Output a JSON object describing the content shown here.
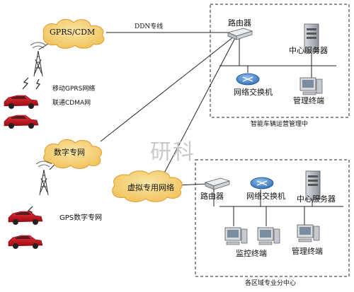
{
  "top_center": {
    "title": "智能车辆运营管理中",
    "router": "路由器",
    "server": "中心服务器",
    "switch": "网络交换机",
    "terminal": "管理终端"
  },
  "bottom_center": {
    "title": "各区域专业分中心",
    "router": "路由器",
    "switch": "网络交换机",
    "server": "中心服务器",
    "monitor": "监控终端",
    "terminal": "管理终端"
  },
  "clouds": {
    "gprs": "GPRS/CDM",
    "digital": "数字专网",
    "vpn": "虚拟专用网络"
  },
  "links": {
    "ddn": "DDN专线"
  },
  "networks": {
    "gprs_network": "移动GPRS网络",
    "cdma_network": "联通CDMA网",
    "gps_network": "GPS数字专网"
  },
  "watermark": "研科",
  "colors": {
    "cloud_fill": "#f5cf72",
    "cloud_stroke": "#e09a30",
    "car_red": "#c8101c",
    "switch_blue": "#3f7fc9",
    "dashed_border": "#222222"
  }
}
